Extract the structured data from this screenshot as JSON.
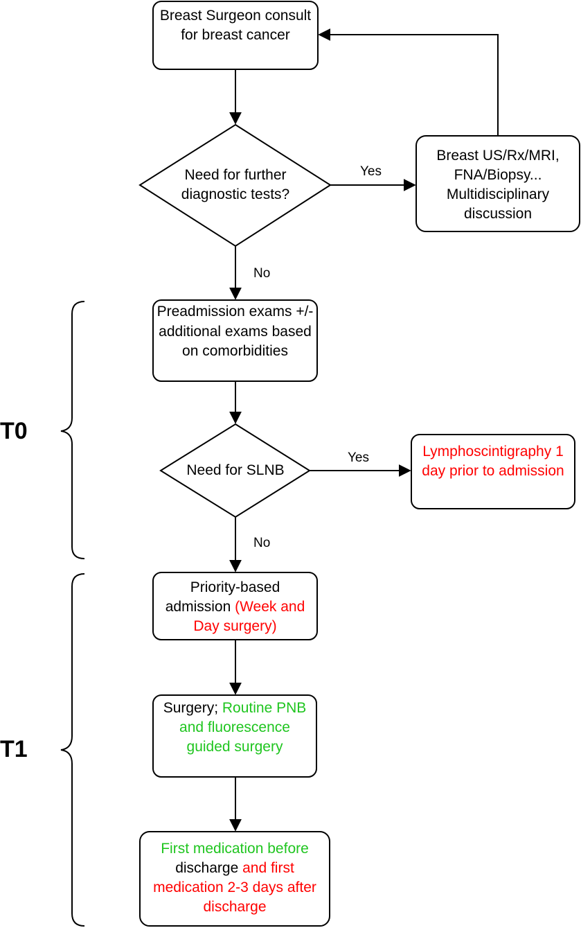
{
  "colors": {
    "line": "#000000",
    "red": "#ff0000",
    "green": "#1fc51f",
    "text": "#000000"
  },
  "nodes": {
    "consult": {
      "text": "Breast Surgeon consult for breast cancer"
    },
    "further_tests": {
      "text": "Need for further diagnostic tests?"
    },
    "diagnostics": {
      "text": "Breast US/Rx/MRI, FNA/Biopsy... Multidisciplinary discussion"
    },
    "preadmission": {
      "text": "Preadmission exams +/- additional exams based on comorbidities"
    },
    "slnb": {
      "text": "Need for SLNB"
    },
    "lymphoscintigraphy": {
      "text": "Lymphoscintigraphy 1 day prior to admission"
    },
    "admission": {
      "text_black": "Priority-based admission ",
      "text_red": "(Week and Day surgery)"
    },
    "surgery": {
      "text_black": "Surgery; ",
      "text_green": "Routine PNB and fluorescence guided surgery"
    },
    "medication": {
      "text_green": "First medication before",
      "text_black": "discharge",
      "text_red": " and first medication 2-3 days after discharge"
    }
  },
  "edges": {
    "tests_yes": "Yes",
    "tests_no": "No",
    "slnb_yes": "Yes",
    "slnb_no": "No"
  },
  "phases": {
    "t0": "T0",
    "t1": "T1"
  }
}
